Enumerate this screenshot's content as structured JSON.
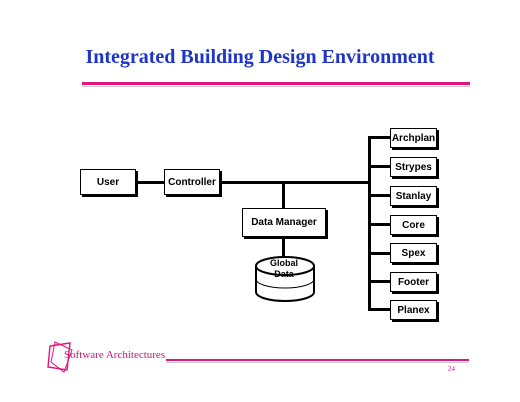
{
  "slide": {
    "title": "Integrated Building Design Environment",
    "footer_label": "Software Architectures",
    "page_number": "24",
    "colors": {
      "title": "#1f35c9",
      "accent": "#e2147d",
      "footer_text": "#d1157a"
    }
  },
  "diagram": {
    "user": "User",
    "controller": "Controller",
    "data_manager": "Data Manager",
    "global_data_line1": "Global",
    "global_data_line2": "Data",
    "tools": [
      "Archplan",
      "Strypes",
      "Stanlay",
      "Core",
      "Spex",
      "Footer",
      "Planex"
    ]
  }
}
